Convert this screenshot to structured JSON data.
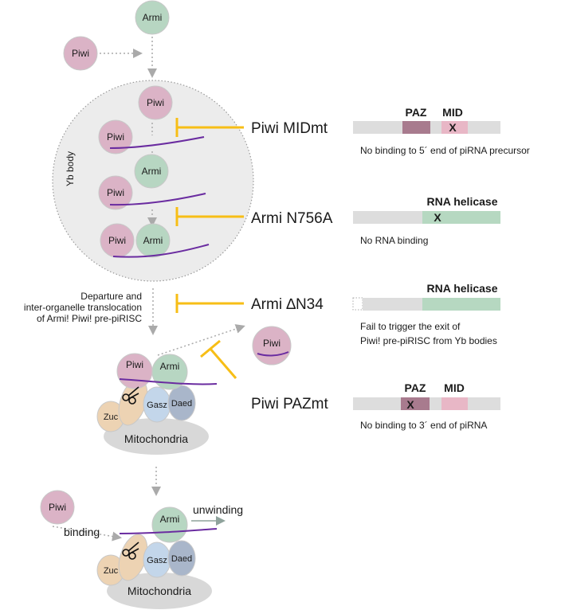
{
  "proteins": {
    "armi": "Armi",
    "piwi": "Piwi",
    "gasz": "Gasz",
    "daed": "Daed",
    "zuc": "Zuc",
    "mitochondria": "Mitochondria",
    "yb_body": "Yb body"
  },
  "steps": {
    "departure_line1": "Departure and",
    "departure_line2": "inter-organelle translocation",
    "departure_line3": "of Armi! Piwi! pre-piRISC",
    "binding": "binding",
    "unwinding": "unwinding"
  },
  "mutants": [
    {
      "name": "Piwi MIDmt",
      "note": "No binding to 5´ end of piRNA precursor",
      "domains": [
        "PAZ",
        "MID"
      ],
      "mark": "X"
    },
    {
      "name": "Armi N756A",
      "note": "No RNA binding",
      "domains": [
        "RNA helicase"
      ],
      "mark": "X"
    },
    {
      "name": "Armi ∆N34",
      "note_line1": "Fail to trigger the exit of",
      "note_line2": "Piwi! pre-piRISC from Yb bodies",
      "domains": [
        "RNA helicase"
      ]
    },
    {
      "name": "Piwi PAZmt",
      "note": "No binding to 3´ end of piRNA",
      "domains": [
        "PAZ",
        "MID"
      ],
      "mark": "X"
    }
  ],
  "colors": {
    "piwi": "#dbb3c6",
    "armi": "#b7d6c2",
    "zuc": "#edd3b3",
    "gasz": "#c3d6ea",
    "daed": "#a9b6ca",
    "mito": "#d8d8d8",
    "rna": "#6a2ca0",
    "inhibitor": "#f7be16",
    "bar_grey": "#dddddd",
    "paz": "#a87b8e",
    "mid": "#e8b7c6",
    "helicase": "#b6d8c1",
    "arrow": "#aaaaaa"
  }
}
